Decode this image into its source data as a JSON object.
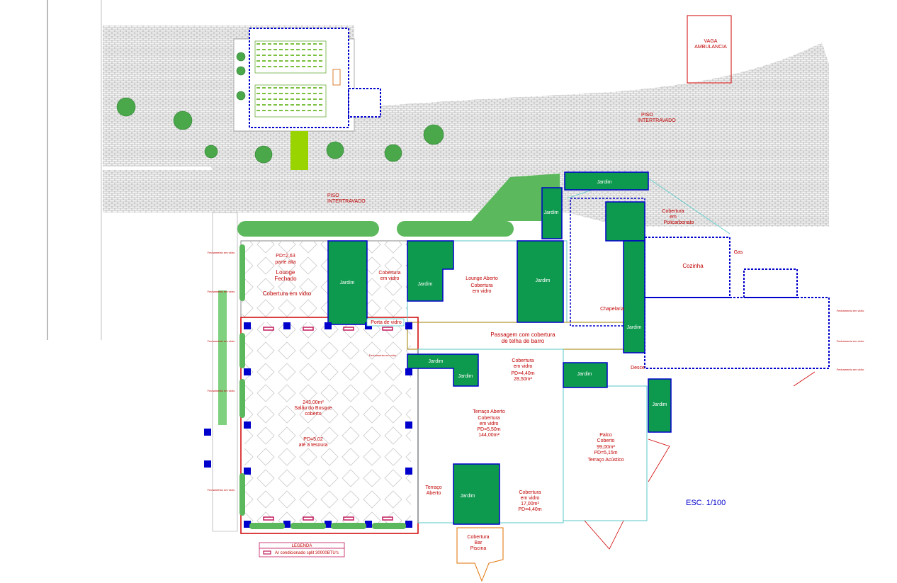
{
  "title": "",
  "scale_label": "ESC. 1/100",
  "legend": {
    "title": "LEGENDA",
    "item": "Ar condicionado split 30000BTU's"
  },
  "labels": {
    "vaga_line1": "VAGA",
    "vaga_line2": "AMBULANCIA",
    "piso_top_1": "PISO",
    "piso_top_2": "INTERTRAVADO",
    "piso_left_1": "PISO",
    "piso_left_2": "INTERTRAVADO",
    "jardim": "Jardim",
    "cobertura_policarb": [
      "Cobertura",
      "em",
      "Policarbonato"
    ],
    "gas": "Gas",
    "cozinha": "Cozinha",
    "lounge_fechado": [
      "PD=2,63",
      "parte alta",
      "Lounge",
      "Fechado",
      "Cobertura em vidro"
    ],
    "cob_vidro_1": [
      "Cobertura",
      "em vidro"
    ],
    "lounge_aberto": [
      "Lounge Aberto",
      "Cobertura",
      "em vidro"
    ],
    "porta_vidro": "Porta de vidro",
    "passagem": [
      "Passagem com cobertura",
      "de telha de barro"
    ],
    "cob_vidro_2": [
      "Cobertura",
      "em vidro",
      "PD=4,40m",
      "28,50m²"
    ],
    "descida": "Desce",
    "salao": [
      "243,00m²",
      "Salão do Bosque",
      "coberto",
      "PD=5,02",
      "até a tesoura"
    ],
    "terraco_aberto_1": [
      "Terraço Aberto",
      "Cobertura",
      "em vidro",
      "PD=5,50m",
      "144,00m²"
    ],
    "palco": [
      "Palco",
      "Coberto",
      "99,00m²",
      "PD=5,15m",
      "Terraço Acústico"
    ],
    "terraco_aberto_2": [
      "Terraço",
      "Aberto"
    ],
    "cob_vidro_3": [
      "Cobertura",
      "em vidro",
      "17,00m²",
      "PD=4,40m"
    ],
    "cob_bar": [
      "Cobertura",
      "Bar",
      "Piscina"
    ],
    "chapelaria": "Chapelaria",
    "fechamento": "Fechamento em vidro"
  }
}
